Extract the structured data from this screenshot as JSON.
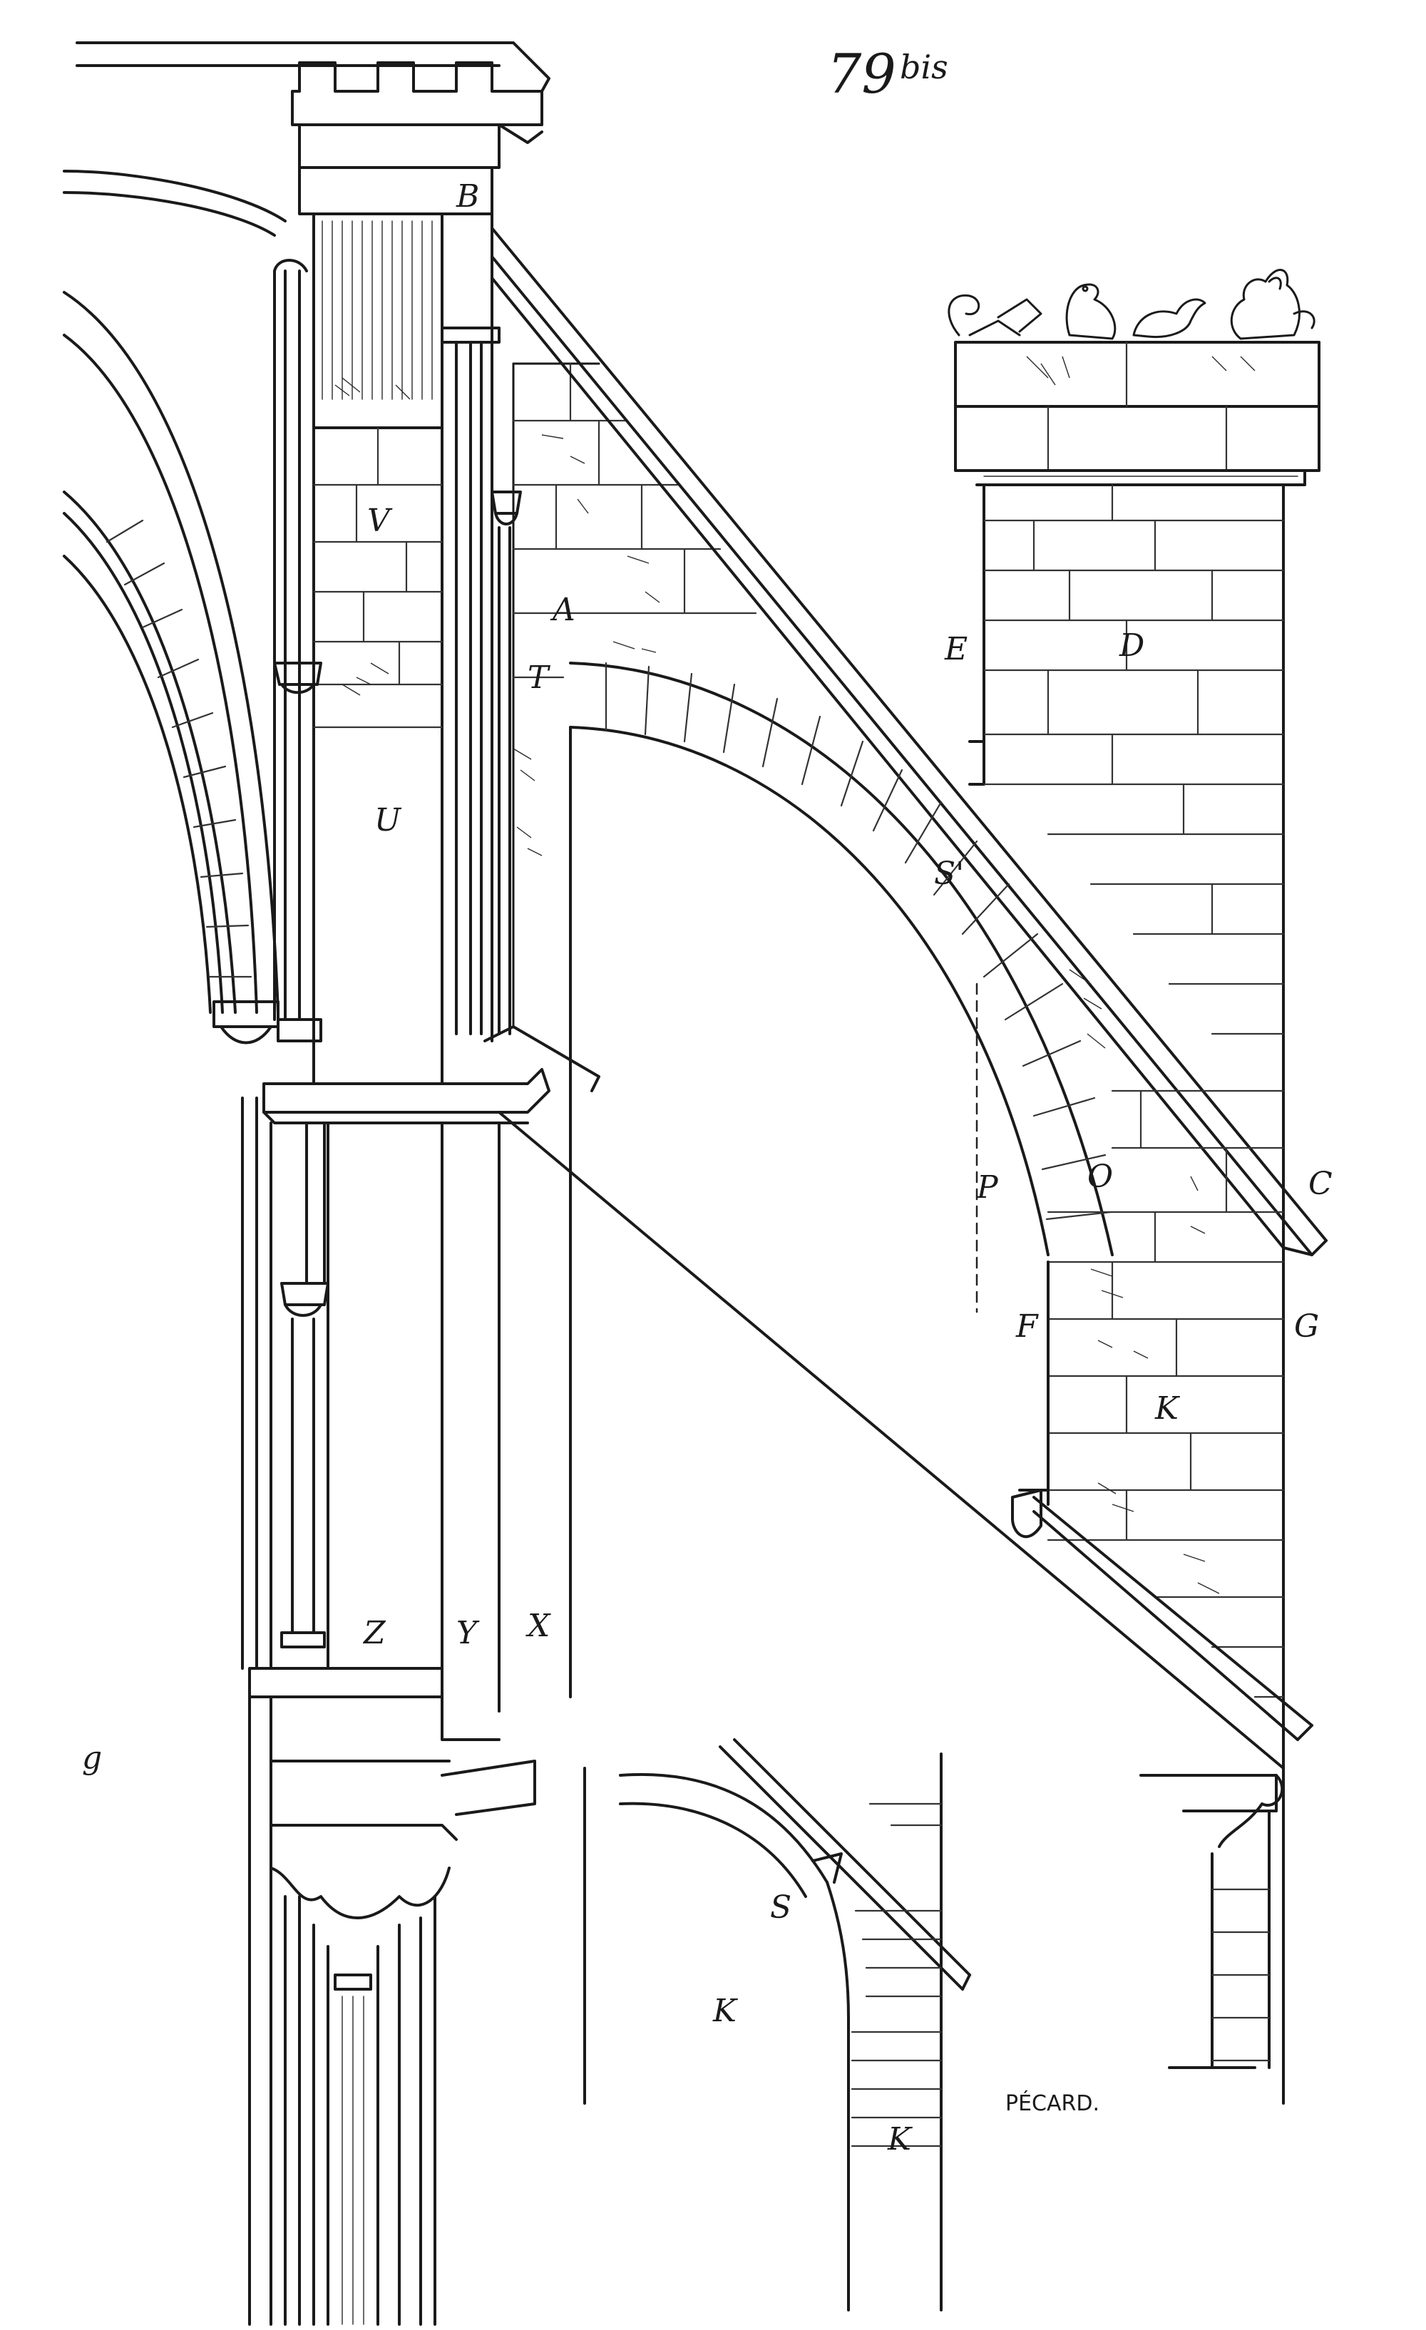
{
  "plate": {
    "number": "79",
    "suffix": "bis",
    "signature": "PÉCARD."
  },
  "labels": {
    "A": "A",
    "B": "B",
    "C": "C",
    "D": "D",
    "E": "E",
    "F": "F",
    "G": "G",
    "K_upper": "K",
    "K_lower_left": "K",
    "K_lower": "K",
    "O": "O",
    "P": "P",
    "S_upper": "S'",
    "S_lower": "S",
    "T": "T",
    "U": "U",
    "V": "V",
    "X": "X",
    "Y": "Y",
    "Z": "Z",
    "g": "g"
  }
}
